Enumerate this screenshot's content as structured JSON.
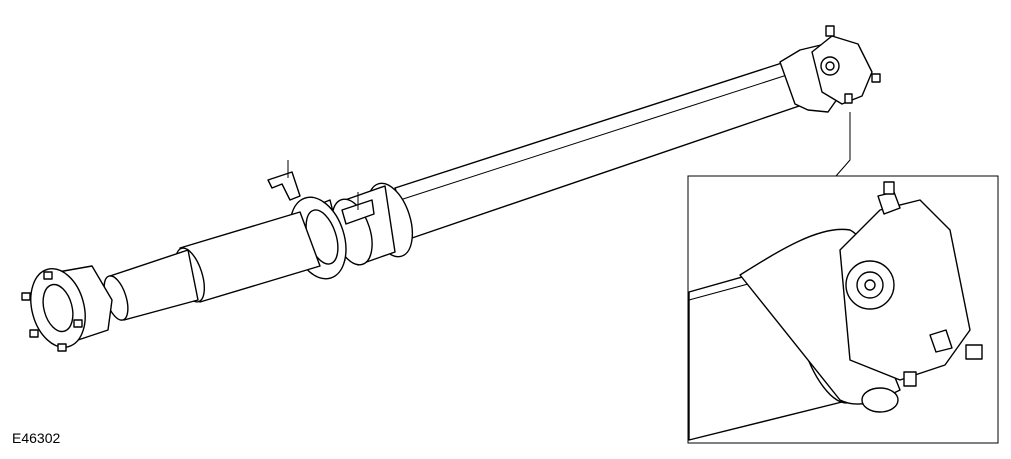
{
  "figure": {
    "reference_code": "E46302",
    "subject_icon": "propeller-shaft-illustration",
    "detail_icon": "universal-joint-detail-inset"
  }
}
